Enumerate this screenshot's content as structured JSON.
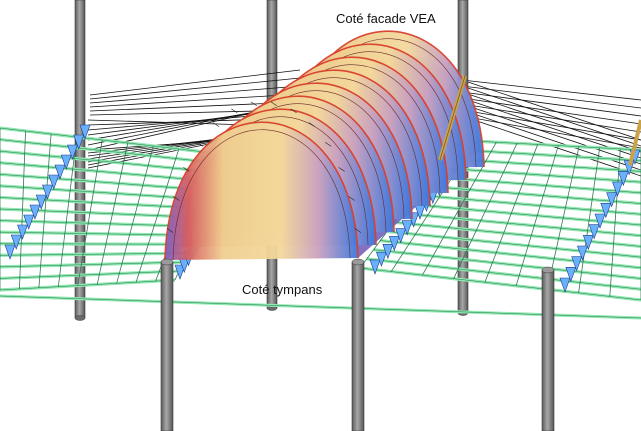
{
  "labels": {
    "facade": "Coté facade VEA",
    "tympans": "Coté tympans"
  },
  "colors": {
    "column_fill": "#8a8a8a",
    "column_edge": "#3a3a3a",
    "grid_green": "#8ee8b0",
    "grid_green_dark": "#2e7a52",
    "truss_blue": "#2f6fd0",
    "arch_warm": "#f2d59a",
    "arch_red": "#d8402a",
    "arch_blue": "#3a7fe0",
    "cable": "#111111",
    "strut": "#c9a24a"
  },
  "icons": {
    "scene": "structural-3d-model"
  }
}
